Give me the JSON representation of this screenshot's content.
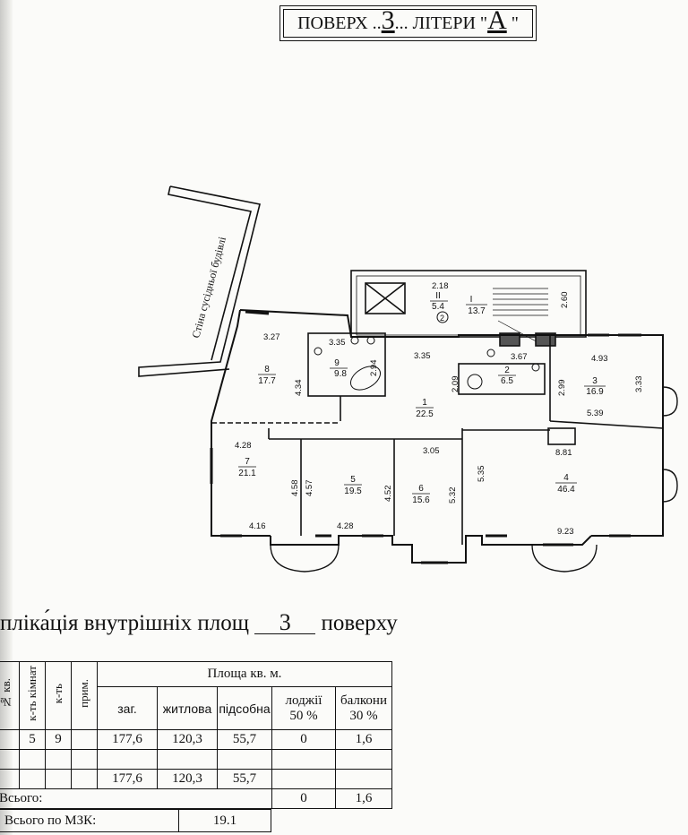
{
  "header": {
    "prefix": "ПОВЕРХ ..",
    "floor": "3",
    ".letter_mid": "",
    "mid": "... ЛІТЕРИ \"",
    "letter": "А",
    "suffix": " \""
  },
  "plan": {
    "neighbor_wall_label": "Стіна сусідньої будівлі",
    "rooms": [
      {
        "num": "I",
        "area": "13.7"
      },
      {
        "num": "II",
        "area": "5.4"
      },
      {
        "num": "1",
        "area": "22.5"
      },
      {
        "num": "2",
        "area": "6.5"
      },
      {
        "num": "3",
        "area": "16.9"
      },
      {
        "num": "4",
        "area": "46.4"
      },
      {
        "num": "5",
        "area": "19.5"
      },
      {
        "num": "6",
        "area": "15.6"
      },
      {
        "num": "7",
        "area": "21.1"
      },
      {
        "num": "8",
        "area": "17.7"
      },
      {
        "num": "9",
        "area": "9.8"
      }
    ],
    "dims": [
      "2.18",
      "2.60",
      "3.27",
      "3.35",
      "2.94",
      "4.34",
      "3.35",
      "2.09",
      "3.67",
      "4.93",
      "2.99",
      "3.33",
      "5.39",
      "4.28",
      "8.81",
      "3.05",
      "4.58",
      "4.57",
      "4.52",
      "5.32",
      "5.35",
      "4.16",
      "4.28",
      "9.23"
    ],
    "marker": "2"
  },
  "explication": {
    "title_prefix": "пліка́ція внутрішніх площ",
    "floor": "3",
    "title_suffix": "поверху"
  },
  "table": {
    "headers": {
      "partial_no": "№\nкв.",
      "rooms_count": "к-ть кімнат",
      "count": "к-ть",
      "note": "прим.",
      "area_group": "Площа кв. м.",
      "total": "заг.",
      "living": "житлова",
      "aux": "підсобна",
      "loggia": "лоджії",
      "loggia_pct": "50 %",
      "balcony": "балкони",
      "balcony_pct": "30 %"
    },
    "row1": {
      "rooms": "5",
      "count": "9",
      "total": "177,6",
      "living": "120,3",
      "aux": "55,7",
      "loggia": "0",
      "balcony": "1,6"
    },
    "row_sum": {
      "total": "177,6",
      "living": "120,3",
      "aux": "55,7"
    },
    "all_label": "Всього:",
    "all_loggia": "0",
    "all_balcony": "1,6",
    "mzk_label": "Всього по МЗК:",
    "mzk_value": "19.1"
  }
}
